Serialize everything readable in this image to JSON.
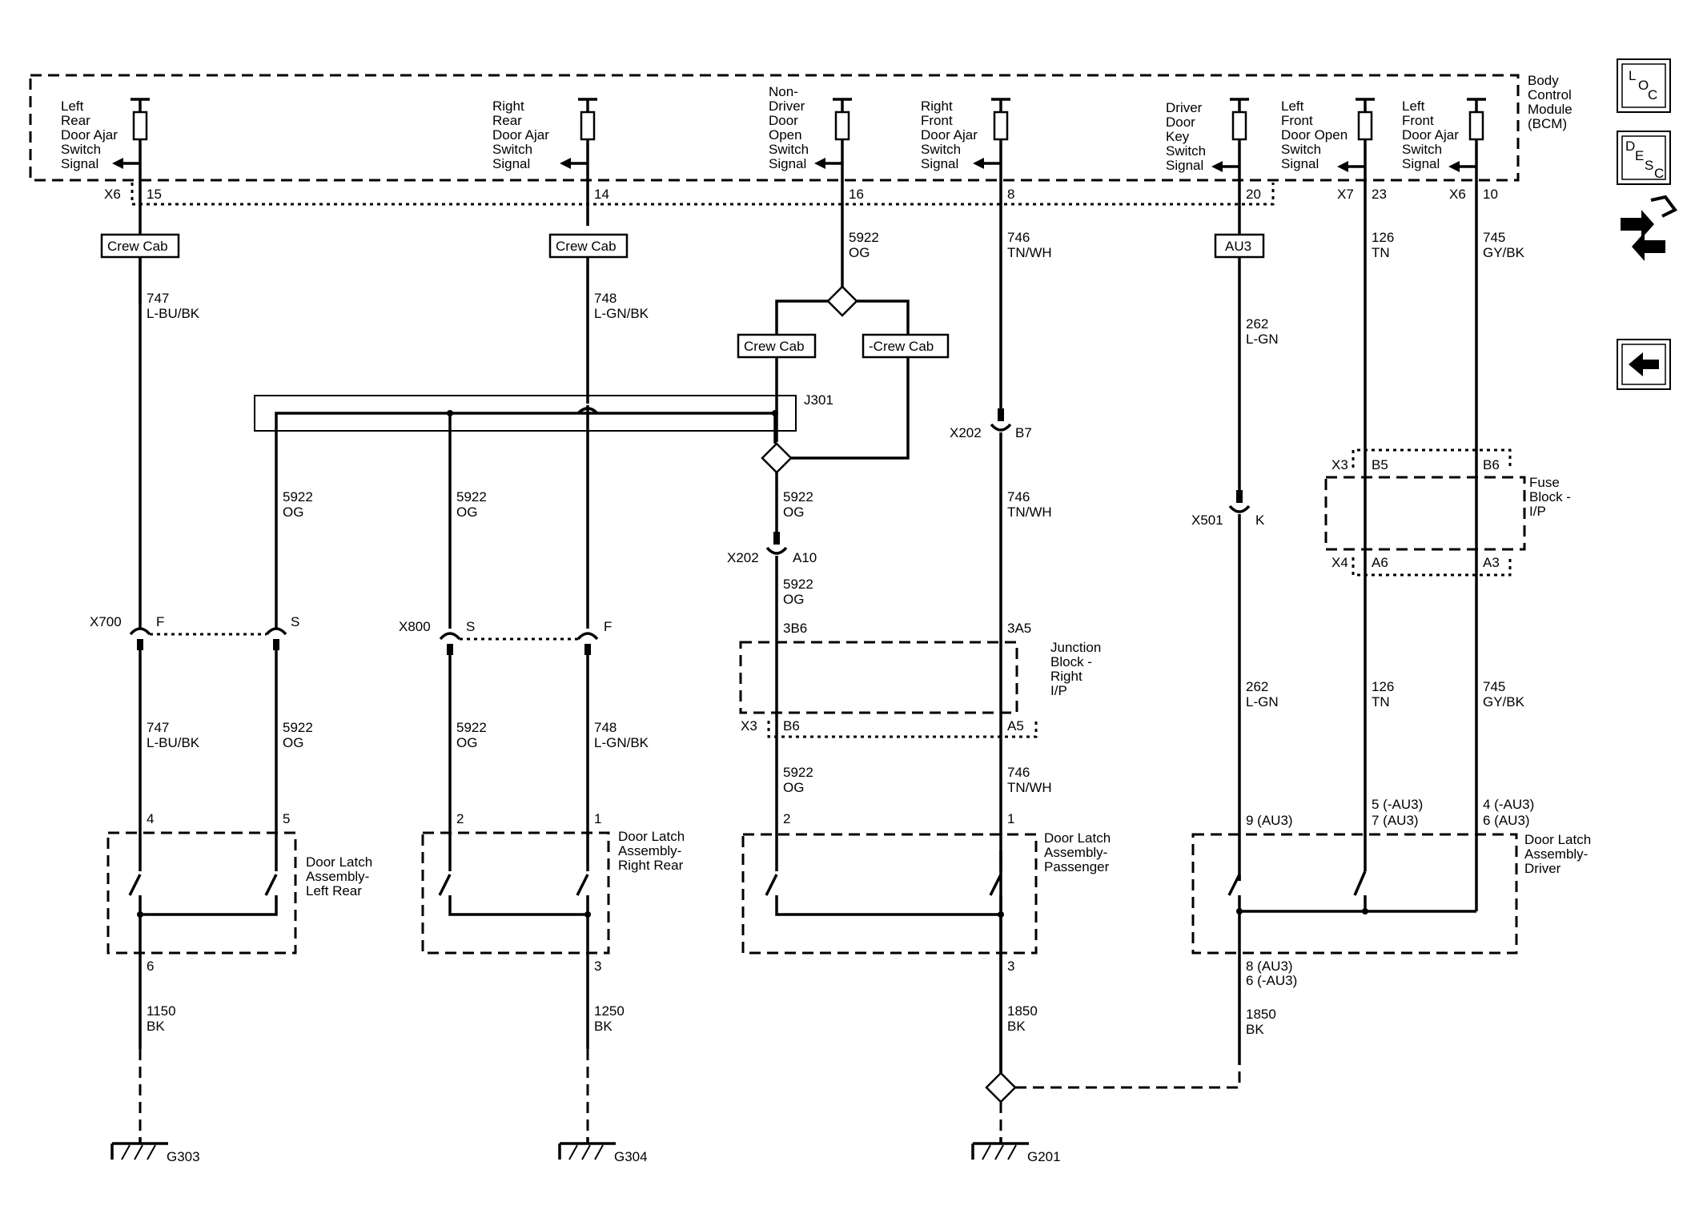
{
  "module": {
    "name": [
      "Body",
      "Control",
      "Module",
      "(BCM)"
    ]
  },
  "signals": [
    {
      "id": "lr",
      "label": [
        "Left",
        "Rear",
        "Door Ajar",
        "Switch",
        "Signal"
      ],
      "conn": "X6",
      "pin": "15"
    },
    {
      "id": "rr",
      "label": [
        "Right",
        "Rear",
        "Door Ajar",
        "Switch",
        "Signal"
      ],
      "pin": "14"
    },
    {
      "id": "nd",
      "label": [
        "Non-",
        "Driver",
        "Door",
        "Open",
        "Switch",
        "Signal"
      ],
      "pin": "16"
    },
    {
      "id": "rf",
      "label": [
        "Right",
        "Front",
        "Door Ajar",
        "Switch",
        "Signal"
      ],
      "pin": "8"
    },
    {
      "id": "dk",
      "label": [
        "Driver",
        "Door",
        "Key",
        "Switch",
        "Signal"
      ],
      "pin": "20"
    },
    {
      "id": "lfo",
      "label": [
        "Left",
        "Front",
        "Door Open",
        "Switch",
        "Signal"
      ],
      "conn": "X7",
      "pin": "23"
    },
    {
      "id": "lfa",
      "label": [
        "Left",
        "Front",
        "Door Ajar",
        "Switch",
        "Signal"
      ],
      "conn": "X6",
      "pin": "10"
    }
  ],
  "options": {
    "crew_cab": "Crew Cab",
    "no_crew_cab": "-Crew Cab",
    "au3": "AU3"
  },
  "wires": {
    "w747": [
      "747",
      "L-BU/BK"
    ],
    "w748": [
      "748",
      "L-GN/BK"
    ],
    "w5922": [
      "5922",
      "OG"
    ],
    "w746": [
      "746",
      "TN/WH"
    ],
    "w262": [
      "262",
      "L-GN"
    ],
    "w126": [
      "126",
      "TN"
    ],
    "w745": [
      "745",
      "GY/BK"
    ],
    "w1150": [
      "1150",
      "BK"
    ],
    "w1250": [
      "1250",
      "BK"
    ],
    "w1850": [
      "1850",
      "BK"
    ]
  },
  "splice": "J301",
  "inline": {
    "x700": {
      "name": "X700",
      "left": "F",
      "right": "S"
    },
    "x800": {
      "name": "X800",
      "left": "S",
      "right": "F"
    },
    "x202a": {
      "name": "X202",
      "pin": "A10"
    },
    "x202b": {
      "name": "X202",
      "pin": "B7"
    },
    "x501": {
      "name": "X501",
      "pin": "K"
    }
  },
  "junction_block": {
    "label": [
      "Junction",
      "Block -",
      "Right",
      "I/P"
    ],
    "top_pins": [
      "3B6",
      "3A5"
    ],
    "conn": "X3",
    "bottom_pins": [
      "B6",
      "A5"
    ]
  },
  "fuse_block": {
    "label": [
      "Fuse",
      "Block -",
      "I/P"
    ],
    "top_conn": "X3",
    "top_pins": [
      "B5",
      "B6"
    ],
    "bottom_conn": "X4",
    "bottom_pins": [
      "A6",
      "A3"
    ]
  },
  "latches": [
    {
      "id": "left-rear",
      "label": [
        "Door Latch",
        "Assembly-",
        "Left Rear"
      ],
      "pins": [
        "4",
        "5"
      ],
      "out": "6"
    },
    {
      "id": "right-rear",
      "label": [
        "Door Latch",
        "Assembly-",
        "Right Rear"
      ],
      "pins": [
        "2",
        "1"
      ],
      "out": "3"
    },
    {
      "id": "passenger",
      "label": [
        "Door Latch",
        "Assembly-",
        "Passenger"
      ],
      "pins": [
        "2",
        "1"
      ],
      "out": "3"
    },
    {
      "id": "driver",
      "label": [
        "Door Latch",
        "Assembly-",
        "Driver"
      ],
      "pins": [
        "9 (AU3)",
        "5 (-AU3)",
        "7 (AU3)",
        "4 (-AU3)",
        "6 (AU3)"
      ],
      "out": [
        "8 (AU3)",
        "6 (-AU3)"
      ]
    }
  ],
  "grounds": [
    "G303",
    "G304",
    "G201"
  ],
  "nav": {
    "loc": "L O C",
    "desc": "D E S C",
    "loc_letters": [
      "L",
      "O",
      "C"
    ],
    "desc_letters": [
      "D",
      "E",
      "S",
      "C"
    ]
  }
}
